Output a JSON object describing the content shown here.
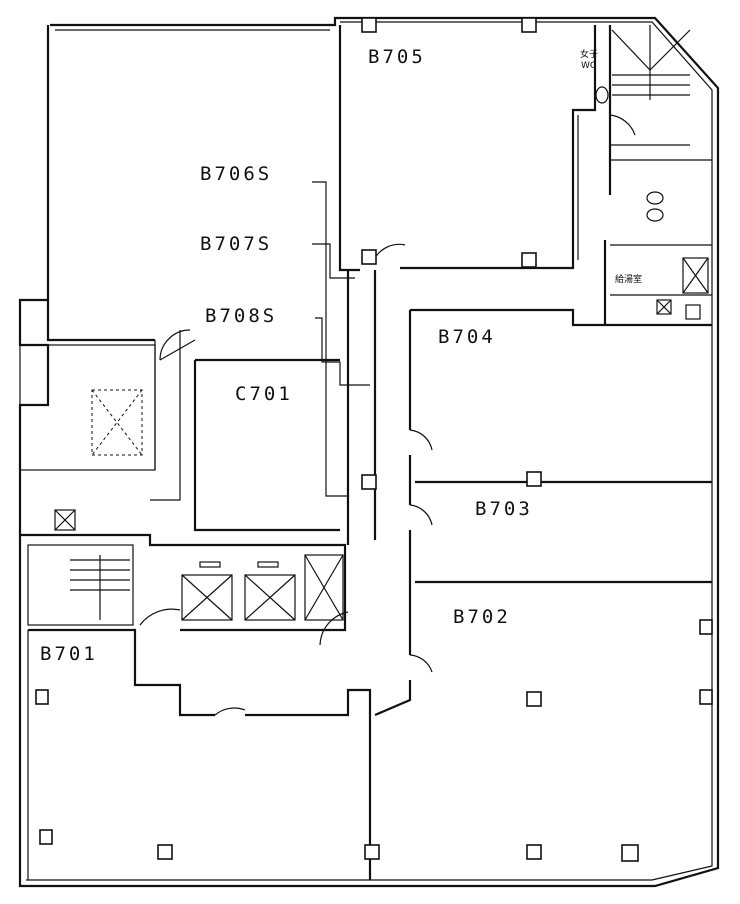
{
  "title": "Floor plan 7F",
  "rooms": {
    "b705": "B705",
    "b706s": "B706S",
    "b707s": "B707S",
    "b708s": "B708S",
    "c701": "C701",
    "b704": "B704",
    "b703": "B703",
    "b702": "B702",
    "b701": "B701"
  },
  "facilities": {
    "womens_wc_1": "女子",
    "womens_wc_2": "WC",
    "kitchenette": "給湯室"
  }
}
